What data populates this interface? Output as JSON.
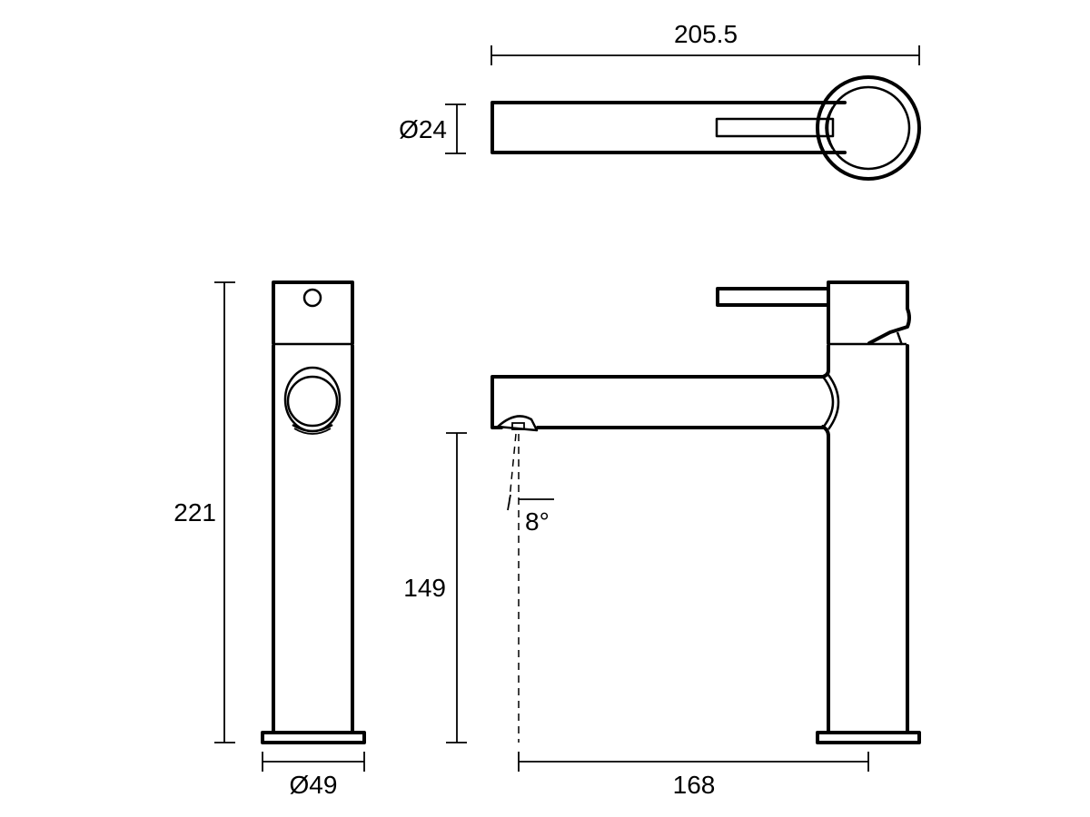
{
  "drawing": {
    "subject": "Basin mixer tap technical drawing",
    "views": {
      "top_view": {
        "length_label": "205.5",
        "spout_diameter_label": "Ø24"
      },
      "front_view": {
        "height_label": "221",
        "base_diameter_label": "Ø49"
      },
      "side_view": {
        "spout_clearance_label": "149",
        "spout_reach_label": "168",
        "spray_angle_label": "8°"
      }
    },
    "colors": {
      "line": "#000000",
      "background": "#ffffff"
    }
  }
}
